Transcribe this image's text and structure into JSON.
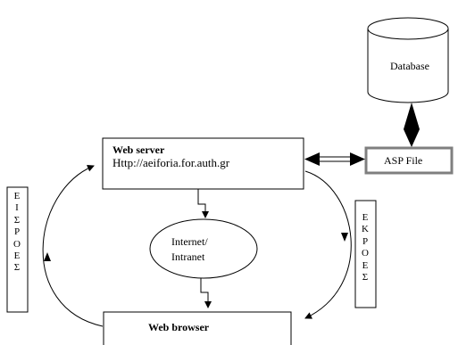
{
  "nodes": {
    "database": {
      "label": "Database"
    },
    "asp_file": {
      "label": "ASP File"
    },
    "web_server": {
      "title": "Web server",
      "url": "Http://aeiforia.for.auth.gr"
    },
    "internet": {
      "line1": "Internet/",
      "line2": "Intranet"
    },
    "web_browser": {
      "title": "Web browser"
    }
  },
  "side_labels": {
    "inputs": {
      "letters": [
        "Ε",
        "Ι",
        "Σ",
        "Ρ",
        "Ο",
        "Ε",
        "Σ"
      ]
    },
    "outputs": {
      "letters": [
        "Ε",
        "Κ",
        "Ρ",
        "Ο",
        "Ε",
        "Σ"
      ]
    }
  },
  "colors": {
    "stroke": "#000000",
    "asp_border": "#7f7f7f"
  }
}
